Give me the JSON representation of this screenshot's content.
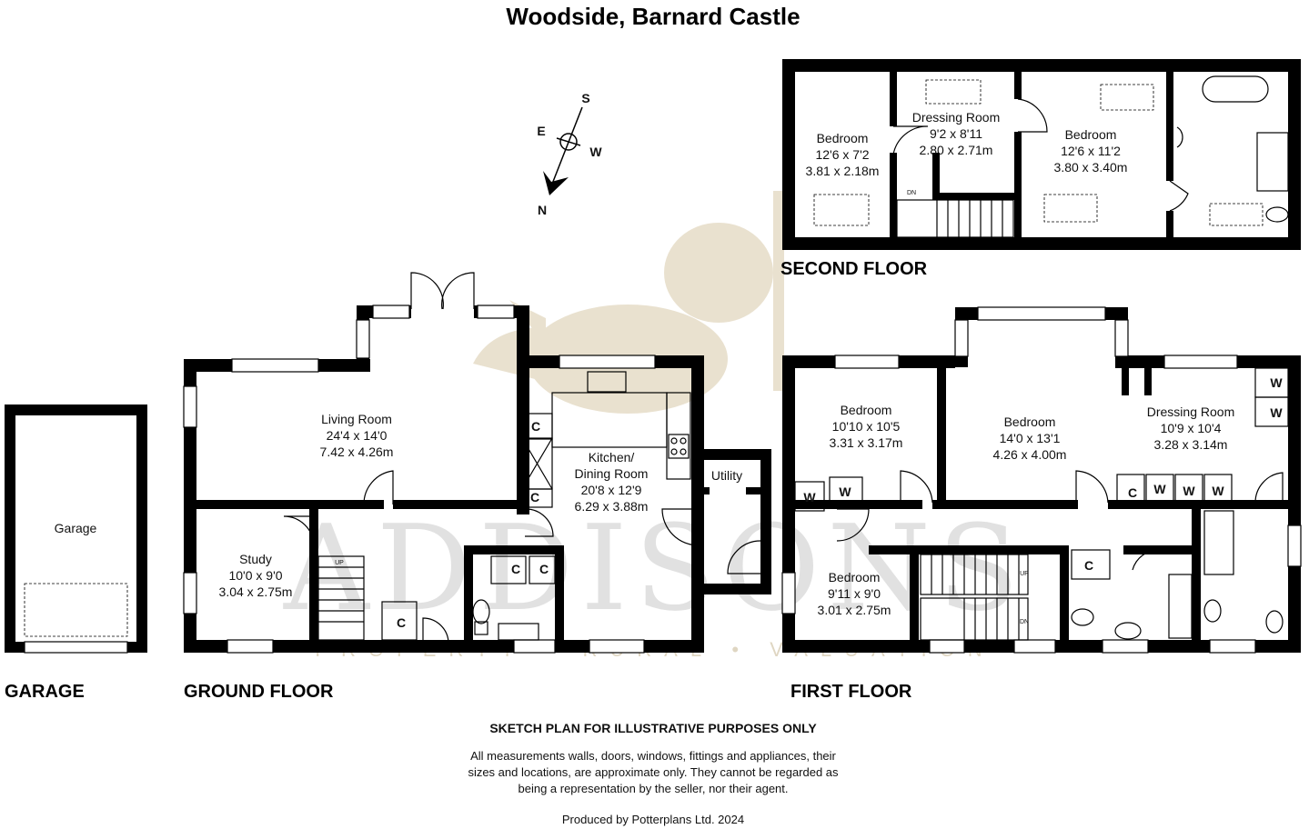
{
  "title": "Woodside, Barnard Castle",
  "compass": {
    "n": "N",
    "s": "S",
    "e": "E",
    "w": "W"
  },
  "watermark": {
    "brand": "ADDISONS",
    "tagline": "PROPERTY • RURAL • VALUATION"
  },
  "floors": {
    "garage": "GARAGE",
    "ground": "GROUND FLOOR",
    "first": "FIRST FLOOR",
    "second": "SECOND FLOOR"
  },
  "rooms": {
    "garage": {
      "name": "Garage"
    },
    "living": {
      "name": "Living Room",
      "imperial": "24'4 x 14'0",
      "metric": "7.42 x 4.26m"
    },
    "kitchen": {
      "name1": "Kitchen/",
      "name2": "Dining Room",
      "imperial": "20'8 x 12'9",
      "metric": "6.29 x 3.88m"
    },
    "utility": {
      "name": "Utility"
    },
    "study": {
      "name": "Study",
      "imperial": "10'0 x 9'0",
      "metric": "3.04 x 2.75m"
    },
    "ff_bed1": {
      "name": "Bedroom",
      "imperial": "10'10 x 10'5",
      "metric": "3.31 x 3.17m"
    },
    "ff_bed2": {
      "name": "Bedroom",
      "imperial": "14'0 x 13'1",
      "metric": "4.26 x 4.00m"
    },
    "ff_dressing": {
      "name": "Dressing Room",
      "imperial": "10'9 x 10'4",
      "metric": "3.28 x 3.14m"
    },
    "ff_bed3": {
      "name": "Bedroom",
      "imperial": "9'11 x 9'0",
      "metric": "3.01 x 2.75m"
    },
    "sf_bed1": {
      "name": "Bedroom",
      "imperial": "12'6 x 7'2",
      "metric": "3.81 x 2.18m"
    },
    "sf_dressing": {
      "name": "Dressing Room",
      "imperial": "9'2 x 8'11",
      "metric": "2.80 x 2.71m"
    },
    "sf_bed2": {
      "name": "Bedroom",
      "imperial": "12'6 x 11'2",
      "metric": "3.80 x 3.40m"
    }
  },
  "marks": {
    "cupboard": "C",
    "wardrobe": "W",
    "up": "UP",
    "down": "DN"
  },
  "footer": {
    "heading": "SKETCH PLAN FOR ILLUSTRATIVE PURPOSES ONLY",
    "line1": "All measurements walls, doors, windows, fittings and appliances, their",
    "line2": "sizes and locations, are approximate only. They cannot be regarded as",
    "line3": "being a representation by the seller, nor their agent.",
    "credit": "Produced by Potterplans Ltd. 2024"
  }
}
